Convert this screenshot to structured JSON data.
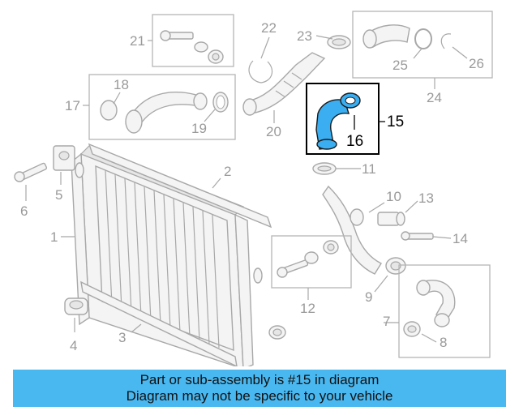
{
  "colors": {
    "highlight": "#3aaef0",
    "banner": "#4ab8f0",
    "callout_gray": "#9a9a9a"
  },
  "callouts": {
    "c1": "1",
    "c2": "2",
    "c3": "3",
    "c4": "4",
    "c5": "5",
    "c6": "6",
    "c7": "7",
    "c8": "8",
    "c9": "9",
    "c10": "10",
    "c11": "11",
    "c12": "12",
    "c13": "13",
    "c14": "14",
    "c15": "15",
    "c16": "16",
    "c17": "17",
    "c18": "18",
    "c19": "19",
    "c20": "20",
    "c21": "21",
    "c22": "22",
    "c23": "23",
    "c24": "24",
    "c25": "25",
    "c26": "26"
  },
  "highlighted_part": "15",
  "banner": {
    "line1": "Part or sub-assembly is #15 in diagram",
    "line2": "Diagram may not be specific to your vehicle"
  }
}
